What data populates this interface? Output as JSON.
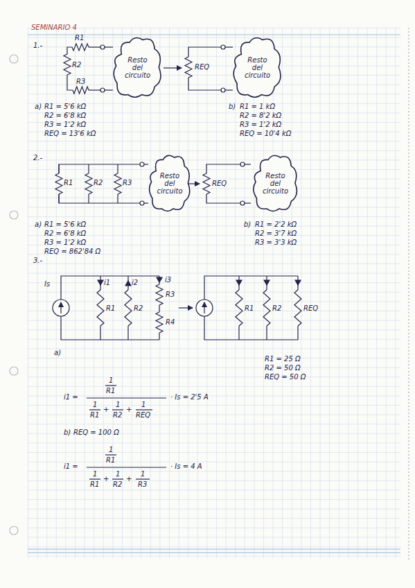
{
  "diagram": {
    "nodes": [
      {
        "text": [
          "Resto del circuito"
        ]
      },
      {
        "text": [
          "Resto del circuito"
        ]
      },
      {
        "text": [
          "Resto del circuito"
        ]
      },
      {
        "text": [
          "Resto del circuito"
        ]
      }
    ],
    "labels": [
      "SEMINARIO 4",
      "1.-",
      "R1",
      "R2",
      "R3",
      "REQ",
      "a)",
      "R1 = 5'6 kΩ",
      "R2 = 6'8 kΩ",
      "R3 = 1'2 kΩ",
      "REQ = 13'6 kΩ",
      "b)",
      "R1 = 1 kΩ",
      "R2 = 8'2 kΩ",
      "R3 = 1'2 kΩ",
      "REQ = 10'4 kΩ",
      "2.-",
      "R1",
      "R2",
      "R3",
      "REQ",
      "a)",
      "R1 = 5'6 kΩ",
      "R2 = 6'8 kΩ",
      "R3 = 1'2 kΩ",
      "REQ = 862'84 Ω",
      "b)",
      "R1 = 2'2 kΩ",
      "R2 = 3'7 kΩ",
      "R3 = 3'3 kΩ",
      "3.-",
      "Is",
      "i1",
      "i2",
      "i3",
      "R1",
      "R2",
      "R3",
      "R4",
      "R1",
      "R2",
      "REQ",
      "R1 = 25 Ω",
      "R2 = 50 Ω",
      "REQ = 50 Ω",
      "a)",
      "i1 =",
      "1",
      "R1",
      "1",
      "R1",
      "+",
      "1",
      "R2",
      "+",
      "1",
      "REQ",
      "· Is = 2'5 A",
      "b)",
      "REQ = 100 Ω",
      "i1 =",
      "1",
      "R1",
      "1",
      "R1",
      "+",
      "1",
      "R2",
      "+",
      "1",
      "R3",
      "· Is = 4 A"
    ]
  }
}
